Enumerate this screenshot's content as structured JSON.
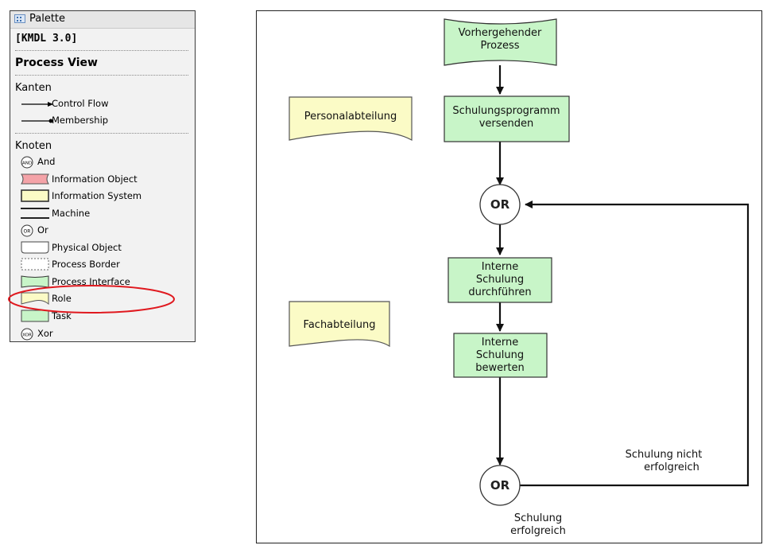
{
  "palette": {
    "title": "Palette",
    "kmdl": "[KMDL 3.0]",
    "view": "Process View",
    "edges_heading": "Kanten",
    "edges": [
      {
        "label": "Control Flow",
        "icon": "arrow-icon"
      },
      {
        "label": "Membership",
        "icon": "membership-line-icon"
      }
    ],
    "nodes_heading": "Knoten",
    "nodes": [
      {
        "label": "And",
        "icon": "and-icon",
        "badge": "AND"
      },
      {
        "label": "Information Object",
        "icon": "information-object-icon"
      },
      {
        "label": "Information System",
        "icon": "information-system-icon"
      },
      {
        "label": "Machine",
        "icon": "machine-icon"
      },
      {
        "label": "Or",
        "icon": "or-icon",
        "badge": "OR"
      },
      {
        "label": "Physical Object",
        "icon": "physical-object-icon"
      },
      {
        "label": "Process Border",
        "icon": "process-border-icon"
      },
      {
        "label": "Process Interface",
        "icon": "process-interface-icon"
      },
      {
        "label": "Role",
        "icon": "role-icon"
      },
      {
        "label": "Task",
        "icon": "task-icon"
      },
      {
        "label": "Xor",
        "icon": "xor-icon",
        "badge": "XOR"
      }
    ],
    "highlighted_item": "Role",
    "highlight_color": "#e0191f"
  },
  "diagram": {
    "colors": {
      "task_fill": "#c8f5c8",
      "role_fill": "#fbfbc6",
      "stroke": "#333333"
    },
    "roles": [
      {
        "id": "role-personal",
        "label": "Personalabteilung"
      },
      {
        "id": "role-fach",
        "label": "Fachabteilung"
      }
    ],
    "nodes": [
      {
        "id": "prev-process",
        "kind": "process-interface",
        "lines": [
          "Vorhergehender",
          "Prozess"
        ]
      },
      {
        "id": "send-program",
        "kind": "task",
        "lines": [
          "Schulungsprogramm",
          "versenden"
        ]
      },
      {
        "id": "or-merge",
        "kind": "or",
        "label": "OR"
      },
      {
        "id": "do-training",
        "kind": "task",
        "lines": [
          "Interne",
          "Schulung",
          "durchführen"
        ]
      },
      {
        "id": "rate-training",
        "kind": "task",
        "lines": [
          "Interne",
          "Schulung",
          "bewerten"
        ]
      },
      {
        "id": "or-split",
        "kind": "or",
        "label": "OR"
      }
    ],
    "edge_labels": {
      "fail": [
        "Schulung nicht",
        "erfolgreich"
      ],
      "success": [
        "Schulung",
        "erfolgreich"
      ]
    }
  }
}
